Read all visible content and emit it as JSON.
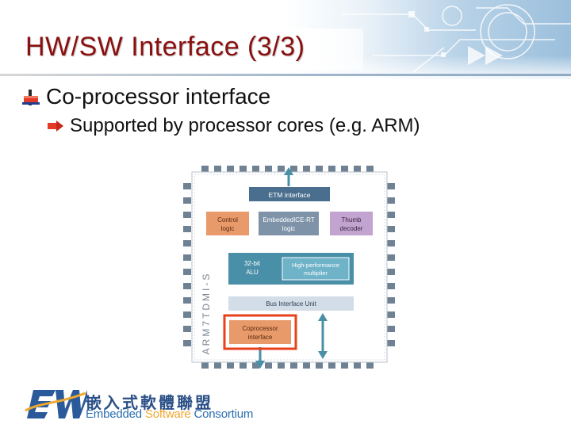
{
  "slide": {
    "title": "HW/SW Interface (3/3)",
    "bullets": [
      {
        "level": 1,
        "text": "Co-processor interface"
      },
      {
        "level": 2,
        "text": "Supported by processor cores (e.g. ARM)"
      }
    ]
  },
  "diagram": {
    "chip_label": "ARM7TDMI-S",
    "blocks": {
      "etm": "ETM interface",
      "control": [
        "Control",
        "logic"
      ],
      "embedded": [
        "EmbeddedICE-RT",
        "logic"
      ],
      "thumb": [
        "Thumb",
        "decoder"
      ],
      "alu": [
        "32-bit",
        "ALU"
      ],
      "multiplier": [
        "High-performance",
        "multiplier"
      ],
      "bus": "Bus Interface Unit",
      "coprocessor": [
        "Coprocessor",
        "interface"
      ]
    },
    "highlight_color": "#e8401c"
  },
  "footer": {
    "logo_chinese": "嵌入式軟體聯盟",
    "logo_en_part1": "Embedded",
    "logo_en_part2": "Software",
    "logo_en_part3": "Consortium"
  },
  "colors": {
    "title": "#8a1010",
    "block_blue": "#4a6f8e",
    "block_orange": "#e89a6a",
    "block_purple": "#c3a3cf"
  }
}
